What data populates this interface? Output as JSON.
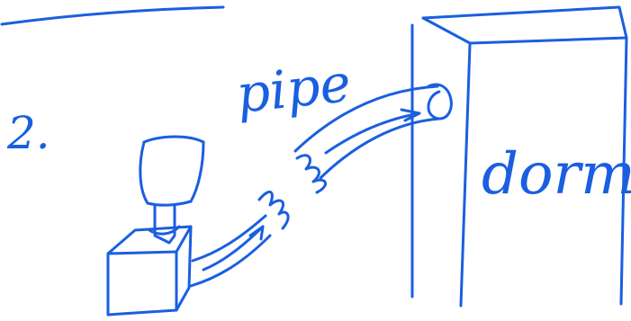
{
  "colors": {
    "ink": "#1a5fe0",
    "background": "#ffffff"
  },
  "labels": {
    "step_number": "2.",
    "pipe": "pipe",
    "dorm": "dorm"
  },
  "shapes": [
    "top-line",
    "lamp-shade",
    "lamp-neck",
    "small-box",
    "short-flow-arrow",
    "short-wavy-squiggle",
    "long-flow-arrow",
    "long-wavy-squiggle",
    "dorm-building"
  ]
}
